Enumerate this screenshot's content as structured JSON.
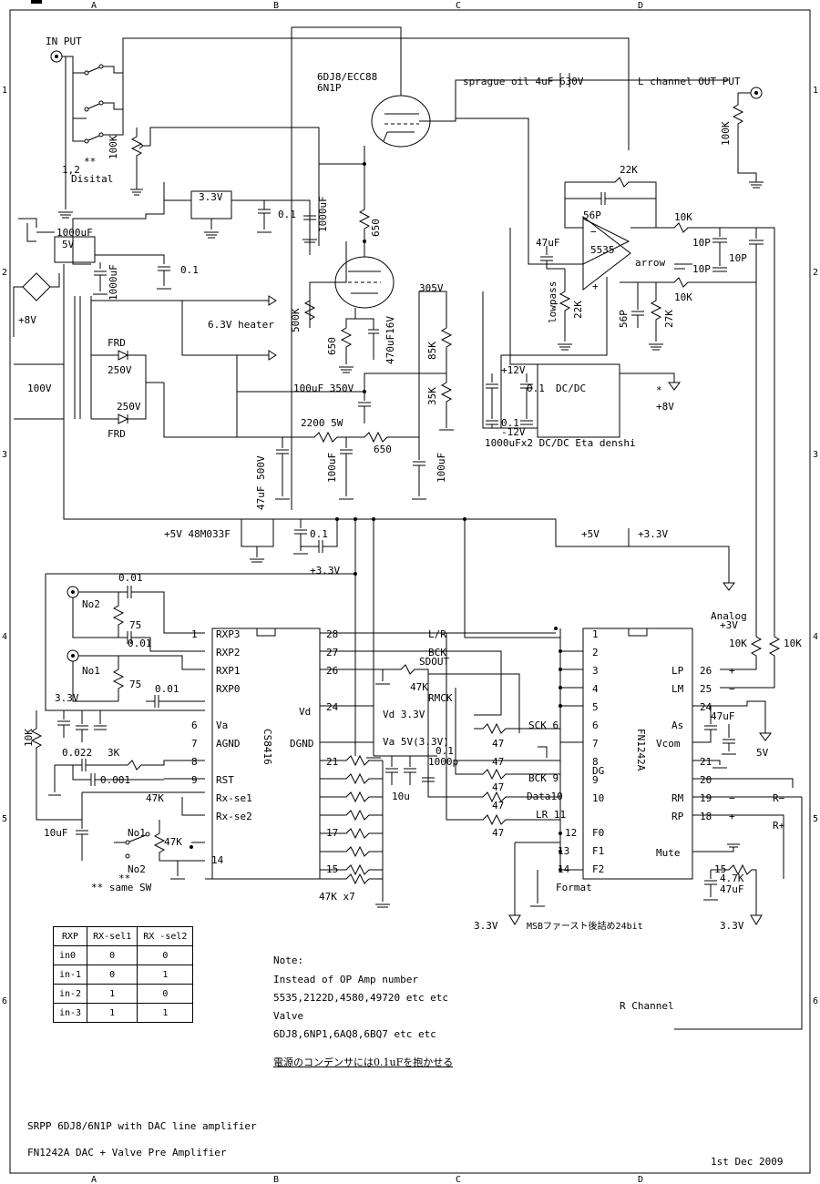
{
  "border": {
    "cols": [
      "A",
      "B",
      "C",
      "D"
    ],
    "rows": [
      "1",
      "2",
      "3",
      "4",
      "5",
      "6"
    ]
  },
  "labels": {
    "input": "IN PUT",
    "digital": "1,2\nDisital",
    "stars": "**",
    "tube1": "6DJ8/ECC88",
    "tube1b": "6N1P",
    "cap_out": "sprague  oil 4uF 630V",
    "out": "L channel OUT PUT",
    "r100k_in": "100K",
    "r100k_out": "100K",
    "v33_reg": "3.3V",
    "c01_a": "0.1",
    "c1000_a": "1000uF",
    "c1000_b": "1000uF",
    "v5": "5V",
    "c1000_c": "1000uF",
    "c01_b": "0.1",
    "r650_a": "650",
    "r22k_fb": "22K",
    "c56p_a": "56P",
    "c47uf_op": "47uF",
    "op": "5535",
    "r10k_a": "10K",
    "c10p_a": "10P",
    "c10p_b": "10P",
    "c10p_c": "10P",
    "arrow": "arrow",
    "r10k_b": "10K",
    "lowpass": "lowpass",
    "r22k_b": "22K",
    "c56p_b": "56P",
    "r27k": "27K",
    "v305": "305V",
    "r500k": "500K",
    "v8": "+8V",
    "heater": "6.3V heater",
    "r650_b": "650",
    "c470": "470uF16V",
    "frd1": "FRD",
    "v250_a": "250V",
    "v250_b": "250V",
    "frd2": "FRD",
    "v100": "100V",
    "r85k": "85K",
    "r35k": "35K",
    "c100_350": "100uF 350V",
    "v12p": "+12V",
    "c01_c": "0.1",
    "dcdc": "DC/DC",
    "c01_d": "0.1",
    "v12m": "-12V",
    "dcdc_note": "1000uFx2 DC/DC Eta denshi",
    "star1": "*",
    "v8b": "+8V",
    "r2200": "2200 5W",
    "r650_c": "650",
    "c47_500": "47uF 500V",
    "c100uf_a": "100uF",
    "c100uf_b": "100uF",
    "reg5": "+5V 48M033F",
    "c01_e": "0.1",
    "p5v": "+5V",
    "p33v": "+3.3V",
    "p33v_b": "+3.3V",
    "c001_a": "0.01",
    "no2": "No2",
    "r75_a": "75",
    "c001_b": "0.01",
    "no1": "No1",
    "r75_b": "75",
    "c001_c": "0.01",
    "v33_c": "3.3V",
    "r10k_c": "10K",
    "c0022": "0.022",
    "r3k": "3K",
    "c0001": "0.001",
    "r47k_a": "47K",
    "c10uf": "10uF",
    "no1b": "No1",
    "r47k_b": "47K",
    "no2b": "No2",
    "stars2": "**",
    "same_sw": "** same SW",
    "cs_chip": "CS8416",
    "cs_pins_l": [
      "RXP3",
      "RXP2",
      "RXP1",
      "RXP0",
      "Va",
      "AGND",
      "RST",
      "Rx-se1",
      "Rx-se2"
    ],
    "cs_pins_r": [
      "Vd",
      "DGND"
    ],
    "pin1": "1",
    "pin6": "6",
    "pin7": "7",
    "pin8": "8",
    "pin9": "9",
    "pin14": "14",
    "pin15": "15",
    "pin17": "17",
    "pin21": "21",
    "pin24": "24",
    "pin26": "26",
    "pin27": "27",
    "pin28": "28",
    "lr": "L/R",
    "bck": "BCK",
    "sdout": "SDOUT",
    "r47k_c": "47K",
    "rmck": "RMCK",
    "vd33": "Vd 3.3V",
    "va5": "Va 5V(3.3V)",
    "c01_f": "0.1",
    "c1000p": "1000p",
    "c10u": "10u",
    "r47k_x7": "47K x7",
    "sck6": "SCK 6",
    "r47_a": "47",
    "r47_b": "47",
    "r47_c": "47",
    "r47_d": "47",
    "r47_e": "47",
    "bck9": "BCK 9",
    "data10": "Data10",
    "lr11": "LR 11",
    "fn_chip": "FN1242A",
    "fn_l": [
      "1",
      "2",
      "3",
      "4",
      "5",
      "6",
      "7",
      "8",
      "9",
      "10"
    ],
    "fn_dg": "DG",
    "fn_f0": "F0",
    "fn_f1": "F1",
    "fn_f2": "F2",
    "fn_12": "12",
    "fn_13": "13",
    "fn_14": "14",
    "format": "Format",
    "fn_8": "8",
    "fn_lp": "LP",
    "fn_lm": "LM",
    "fn_as": "As",
    "fn_vcom": "Vcom",
    "fn_rm": "RM",
    "fn_rp": "RP",
    "fn_mute": "Mute",
    "fn_26": "26",
    "fn_25": "25",
    "fn_24": "24",
    "fn_21": "21",
    "fn_20": "20",
    "fn_19": "19",
    "fn_18": "18",
    "fn_15": "15",
    "plus1": "+",
    "minus1": "−",
    "minus2": "−",
    "plus2": "+",
    "analog": "Analog",
    "analog33": "+3V",
    "r10k_d": "10K",
    "r10k_e": "10K",
    "c47uf_b": "47uF",
    "v5b": "5V",
    "rminus": "R−",
    "rplus": "R+",
    "r47k_d": "4.7K",
    "c47uf_c": "47uF",
    "v33_d": "3.3V",
    "v33_e": "3.3V",
    "msb": "MSBファースト後詰め24bit",
    "rch": "R Channel"
  },
  "table": {
    "headers": [
      "RXP",
      "RX-sel1",
      "RX -sel2"
    ],
    "rows": [
      [
        "in0",
        "0",
        "0"
      ],
      [
        "in-1",
        "0",
        "1"
      ],
      [
        "in-2",
        "1",
        "0"
      ],
      [
        "in-3",
        "1",
        "1"
      ]
    ]
  },
  "notes": {
    "title": "Note:",
    "line1": "Instead of OP Amp number",
    "line2": "5535,2122D,4580,49720 etc etc",
    "line3": "Valve",
    "line4": "6DJ8,6NP1,6AQ8,6BQ7 etc etc",
    "jp": "電源のコンデンサには0.1uFを抱かせる"
  },
  "footer": {
    "srpp": "SRPP 6DJ8/6N1P with DAC line amplifier",
    "title": "FN1242A DAC + Valve Pre Amplifier",
    "date": "1st Dec 2009"
  }
}
